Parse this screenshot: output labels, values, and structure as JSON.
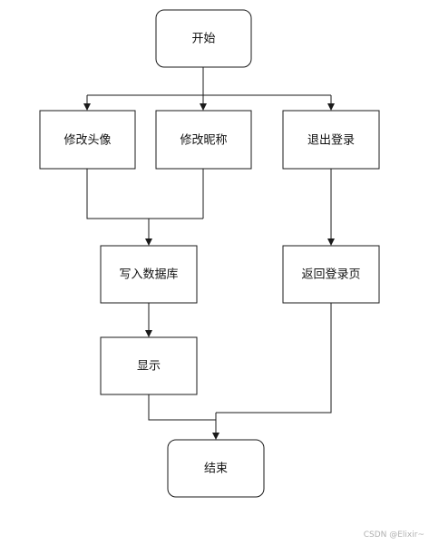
{
  "flowchart": {
    "nodes": {
      "start": "开始",
      "change_avatar": "修改头像",
      "change_nickname": "修改昵称",
      "logout": "退出登录",
      "write_db": "写入数据库",
      "return_login": "返回登录页",
      "display": "显示",
      "end": "结束"
    }
  },
  "watermark": "CSDN @Elixir~",
  "colors": {
    "stroke": "#1a1a1a",
    "background": "#ffffff",
    "text": "#111111"
  }
}
